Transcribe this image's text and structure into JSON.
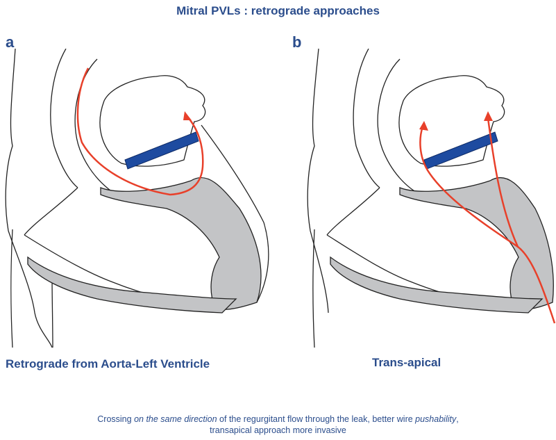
{
  "title": "Mitral PVLs : retrograde approaches",
  "panels": [
    {
      "letter": "a",
      "caption": "Retrograde from Aorta-Left Ventricle"
    },
    {
      "letter": "b",
      "caption": "Trans-apical"
    }
  ],
  "footnote": {
    "part1": "Crossing ",
    "emph1": "on the same direction",
    "part2": " of the regurgitant flow through the leak, better wire ",
    "emph2": "pushability",
    "part3": ",",
    "line2": "transapical approach more invasive"
  },
  "colors": {
    "text": "#2b4d8c",
    "wire": "#e8402a",
    "valve_ring": "#1e4ba0",
    "myocardium": "#c3c4c6"
  }
}
